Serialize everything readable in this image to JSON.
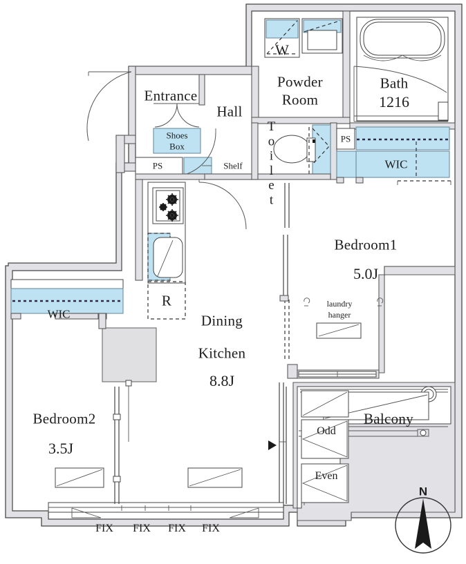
{
  "plan": {
    "type": "apartment-floor-plan",
    "orientation_label": "N",
    "palette": {
      "wall_fill": "#e2e2e6",
      "wall_stroke": "#4a4a4a",
      "fixture_blue": "#bfe2f2",
      "fixture_blue_stroke": "#6d8fa3",
      "gray_block": "#e0e0e2",
      "line": "#333333",
      "text": "#1d1d1d"
    },
    "rooms": [
      {
        "key": "entrance",
        "label": "Entrance",
        "area": ""
      },
      {
        "key": "hall",
        "label": "Hall",
        "area": ""
      },
      {
        "key": "powder_room",
        "label": "Powder\nRoom",
        "area": ""
      },
      {
        "key": "bath",
        "label": "Bath",
        "area": "1216"
      },
      {
        "key": "toilet",
        "label": "Toilet",
        "area": ""
      },
      {
        "key": "bedroom1",
        "label": "Bedroom1",
        "area": "5.0J"
      },
      {
        "key": "bedroom2",
        "label": "Bedroom2",
        "area": "3.5J"
      },
      {
        "key": "dining_kitchen",
        "label": "Dining\nKitchen",
        "area": "8.8J"
      },
      {
        "key": "balcony",
        "label": "Balcony",
        "area": ""
      }
    ],
    "labels": {
      "entrance": "Entrance",
      "hall": "Hall",
      "shoes_box_line1": "Shoes",
      "shoes_box_line2": "Box",
      "ps_left": "PS",
      "ps_right": "PS",
      "shelf": "Shelf",
      "washer": "W",
      "powder_room_line1": "Powder",
      "powder_room_line2": "Room",
      "bath": "Bath",
      "bath_size": "1216",
      "toilet": "Toilet",
      "wic_right": "WIC",
      "wic_left": "WIC",
      "refrigerator": "R",
      "bedroom1": "Bedroom1",
      "bedroom1_area": "5.0J",
      "bedroom2": "Bedroom2",
      "bedroom2_area": "3.5J",
      "dining": "Dining",
      "kitchen": "Kitchen",
      "dk_area": "8.8J",
      "laundry_line1": "laundry",
      "laundry_line2": "hanger",
      "balcony": "Balcony",
      "meter_odd": "Odd",
      "meter_even": "Even",
      "fix_1": "FIX",
      "fix_2": "FIX",
      "fix_3": "FIX",
      "fix_4": "FIX",
      "north": "N"
    }
  }
}
